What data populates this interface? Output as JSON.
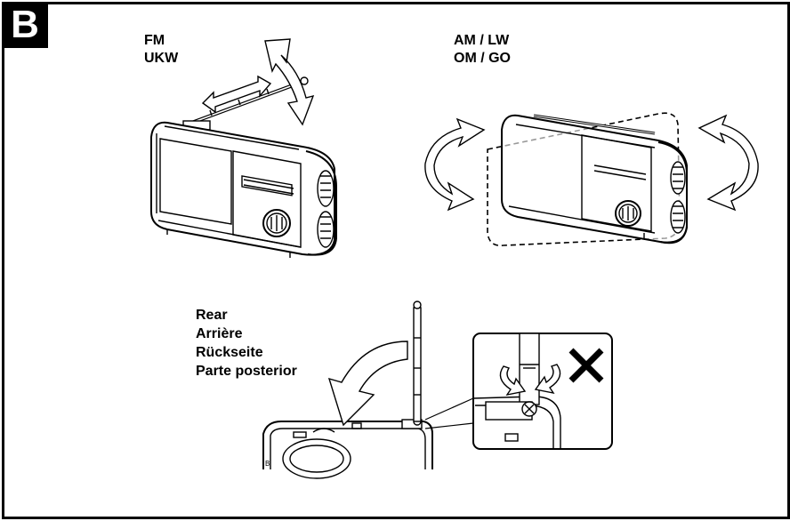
{
  "section": {
    "badge": "B"
  },
  "fm_panel": {
    "labels": [
      "FM",
      "UKW"
    ]
  },
  "am_panel": {
    "labels": [
      "AM / LW",
      "OM / GO"
    ]
  },
  "rear_panel": {
    "labels": [
      "Rear",
      "Arrière",
      "Rückseite",
      "Parte posterior"
    ]
  },
  "colors": {
    "ink": "#000000",
    "background": "#ffffff"
  },
  "icons": [
    "rotate-arrow-icon",
    "prohibited-x-icon"
  ]
}
